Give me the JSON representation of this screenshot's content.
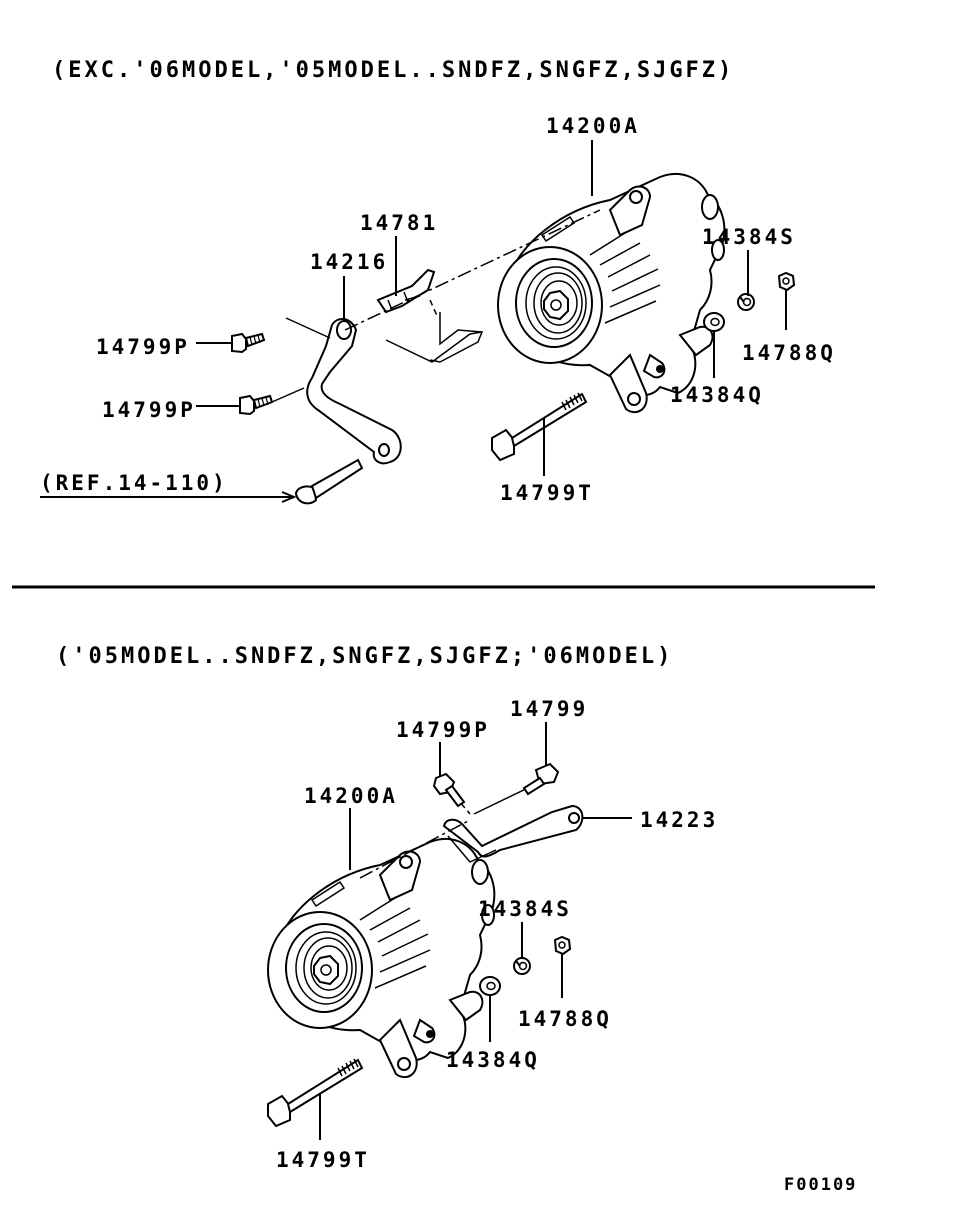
{
  "sections": [
    {
      "heading": "(EXC.'06MODEL,'05MODEL..SNDFZ,SNGFZ,SJGFZ)",
      "labels": {
        "alternator": "14200A",
        "bracket_small": "14781",
        "brace": "14216",
        "bolt_upper": "14799P",
        "bolt_lower": "14799P",
        "ref": "(REF.14-110)",
        "lock_washer": "14384S",
        "nut": "14788Q",
        "washer": "14384Q",
        "long_bolt": "14799T"
      }
    },
    {
      "heading": "('05MODEL..SNDFZ,SNGFZ,SJGFZ;'06MODEL)",
      "labels": {
        "bolt_p": "14799P",
        "bolt": "14799",
        "alternator": "14200A",
        "brace": "14223",
        "lock_washer": "14384S",
        "nut": "14788Q",
        "washer": "14384Q",
        "long_bolt": "14799T"
      }
    }
  ],
  "figure_code": "F00109"
}
